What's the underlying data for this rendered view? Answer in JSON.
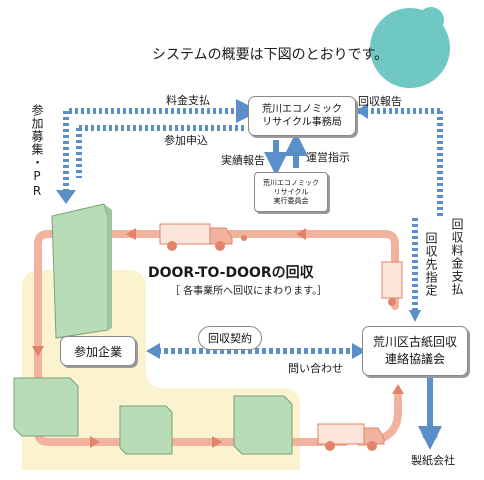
{
  "header": {
    "caption": "システムの概要は下図のとおりです。"
  },
  "nodes": {
    "office": "荒川エコノミック\nリサイクル事務局",
    "committee": "荒川エコノミック\nリサイクル\n実行委員会",
    "council": "荒川区古紙回収\n連絡協議会",
    "companies": "参加企業",
    "paper_company": "製紙会社"
  },
  "labels": {
    "fee_payment": "料金支払",
    "apply": "参加申込",
    "collection_report": "回収報告",
    "results_report": "実績報告",
    "operation_instruction": "運営指示",
    "recruit_pr": "参加募集・PR",
    "collection_fee_payment": "回収料金支払",
    "destination_spec": "回収先指定",
    "title": "DOOR-TO-DOORの回収",
    "subtitle": "［ 各事業所へ回収にまわります。］",
    "contract": "回収契約",
    "inquiry": "問い合わせ"
  },
  "colors": {
    "blue_arrow": "#5b8fc9",
    "salmon_loop": "#f2b39e",
    "zone": "#fbf3d0",
    "bubble": "#6fc8c2",
    "building": "#b8dcb6"
  }
}
